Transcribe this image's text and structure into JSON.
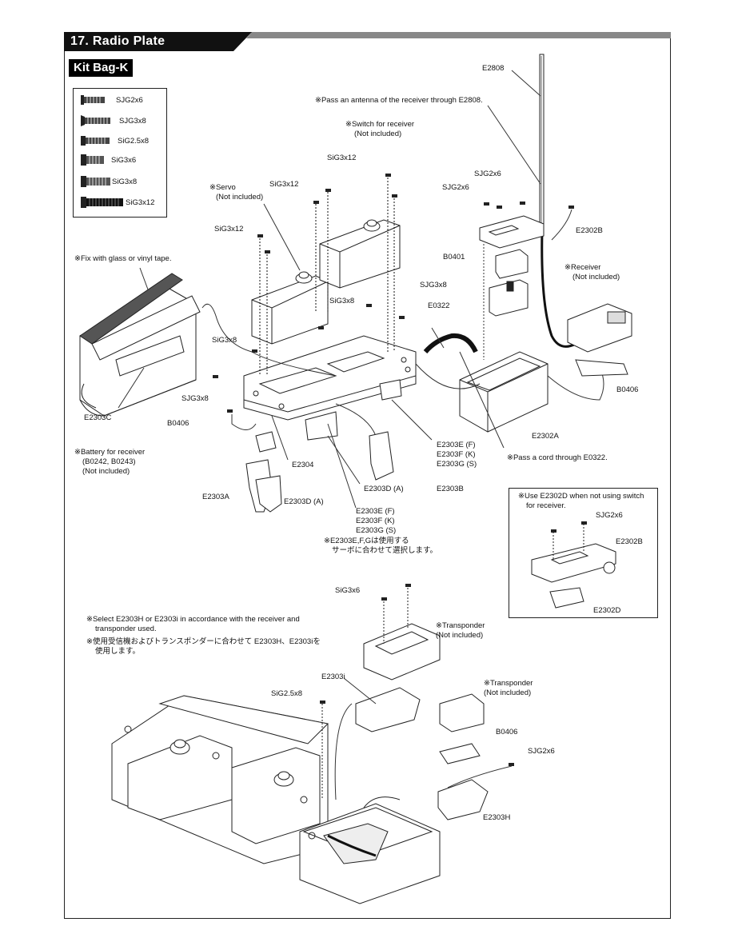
{
  "header": {
    "title": "17. Radio Plate"
  },
  "kit_bag": "Kit Bag-K",
  "screw_legend": [
    {
      "label": "SJG2x6",
      "icon": "flat-head-screw-short-icon"
    },
    {
      "label": "SJG3x8",
      "icon": "flat-head-screw-icon"
    },
    {
      "label": "SiG2.5x8",
      "icon": "button-head-screw-icon"
    },
    {
      "label": "SiG3x6",
      "icon": "button-head-screw-short-icon"
    },
    {
      "label": "SiG3x8",
      "icon": "button-head-screw-icon"
    },
    {
      "label": "SiG3x12",
      "icon": "button-head-screw-long-icon"
    }
  ],
  "notes": {
    "antenna": "※Pass an antenna of the receiver through E2808.",
    "switch_line1": "※Switch for receiver",
    "switch_line2": "(Not included)",
    "servo_line1": "※Servo",
    "servo_line2": "(Not included)",
    "fix_tape": "※Fix with glass or vinyl tape.",
    "receiver_line1": "※Receiver",
    "receiver_line2": "(Not included)",
    "battery_line1": "※Battery for receiver",
    "battery_line2": "(B0242, B0243)",
    "battery_line3": "(Not included)",
    "pass_cord": "※Pass a cord through E0322.",
    "e2303efg_jp1": "※E2303E,F,Gは使用する",
    "e2303efg_jp2": "サーボに合わせて選択します。",
    "use_e2302d_line1": "※Use E2302D when not using switch",
    "use_e2302d_line2": "for receiver.",
    "select_line1": "※Select E2303H or E2303i in accordance with the receiver and",
    "select_line2": "transponder used.",
    "select_jp1": "※使用受信機およびトランスポンダーに合わせて E2303H、E2303iを",
    "select_jp2": "使用します。",
    "transponder1_line1": "※Transponder",
    "transponder1_line2": "(Not included)",
    "transponder2_line1": "※Transponder",
    "transponder2_line2": "(Not included)"
  },
  "part_labels": {
    "e2808": "E2808",
    "sig3x12_a": "SiG3x12",
    "sig3x12_b": "SiG3x12",
    "sig3x12_c": "SiG3x12",
    "sjg2x6_a": "SJG2x6",
    "sjg2x6_b": "SJG2x6",
    "e2302b": "E2302B",
    "b0401": "B0401",
    "sjg3x8_a": "SJG3x8",
    "sig3x8_a": "SiG3x8",
    "e0322": "E0322",
    "sig3x8_b": "SiG3x8",
    "sjg3x8_b": "SJG3x8",
    "b0406_a": "B0406",
    "e2303c": "E2303C",
    "b0406_b": "B0406",
    "e2302a": "E2302A",
    "e2304": "E2304",
    "e2303a": "E2303A",
    "e2303d_a1": "E2303D (A)",
    "e2303efg_1a": "E2303E (F)",
    "e2303efg_1b": "E2303F (K)",
    "e2303efg_1c": "E2303G (S)",
    "e2303d_a2": "E2303D (A)",
    "e2303b": "E2303B",
    "e2303efg_2a": "E2303E (F)",
    "e2303efg_2b": "E2303F (K)",
    "e2303efg_2c": "E2303G (S)",
    "inset_sjg2x6": "SJG2x6",
    "inset_e2302b": "E2302B",
    "inset_e2302d": "E2302D",
    "sig3x6": "SiG3x6",
    "e2303i": "E2303i",
    "sig2_5x8": "SiG2.5x8",
    "b0406_c": "B0406",
    "sjg2x6_c": "SJG2x6",
    "e2303h": "E2303H"
  }
}
